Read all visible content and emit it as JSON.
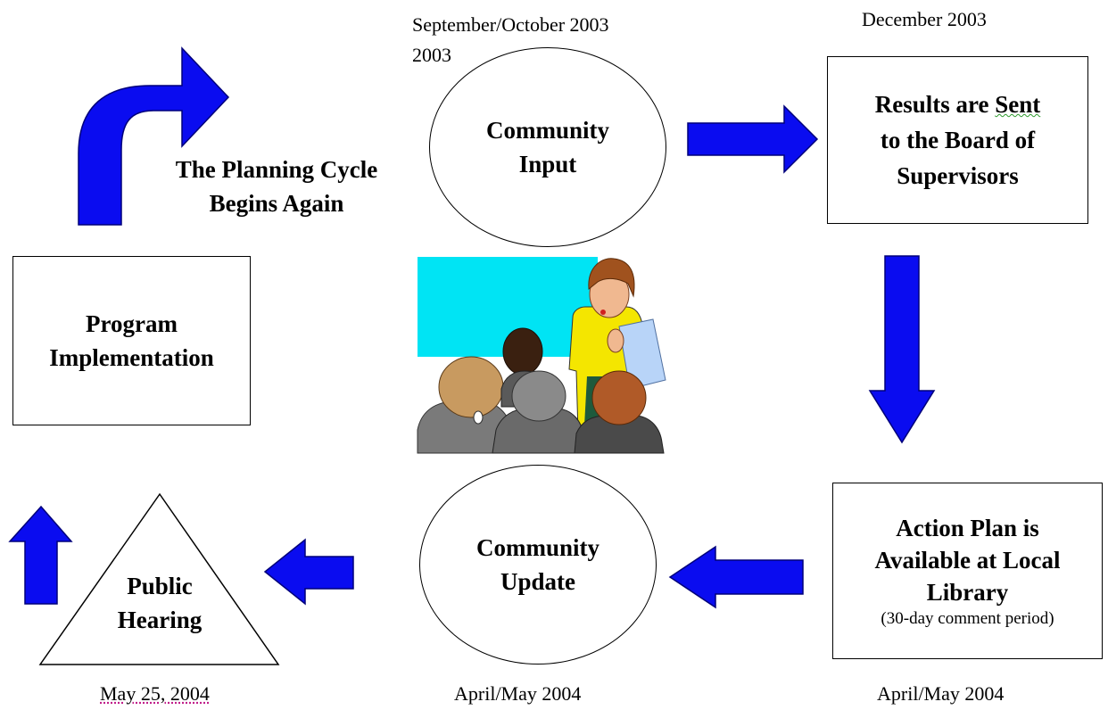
{
  "dates": {
    "community_input": "September/October 2003",
    "community_input_extra": "2003",
    "results_sent": "December 2003",
    "public_hearing": "May 25, 2004",
    "community_update": "April/May 2004",
    "action_plan": "April/May 2004"
  },
  "nodes": {
    "community_input": {
      "line1": "Community",
      "line2": "Input"
    },
    "results_sent": {
      "line1": "Results are Sent",
      "line2": "to the Board of",
      "line3": "Supervisors"
    },
    "action_plan": {
      "line1": "Action Plan is",
      "line2": "Available at Local",
      "line3": "Library",
      "note": "(30-day comment period)"
    },
    "community_update": {
      "line1": "Community",
      "line2": "Update"
    },
    "public_hearing": {
      "line1": "Public",
      "line2": "Hearing"
    },
    "program_implementation": {
      "line1": "Program",
      "line2": "Implementation"
    }
  },
  "cycle_label": {
    "line1": "The Planning Cycle",
    "line2": "Begins Again"
  },
  "colors": {
    "arrow_fill": "#0a0cf0",
    "screen": "#00e4f4"
  },
  "icons": {
    "center_clipart": "presenter-with-audience-icon"
  }
}
